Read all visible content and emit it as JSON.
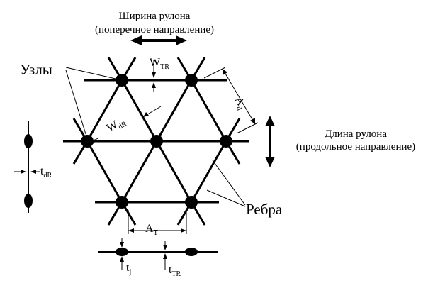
{
  "roll_width": {
    "line1": "Ширина рулона",
    "line2": "(поперечное направление)"
  },
  "roll_length": {
    "line1": "Длина рулона",
    "line2": "(продольное направление)"
  },
  "nodes_label": "Узлы",
  "ribs_label": "Ребра",
  "dims": {
    "w_tr": {
      "main": "W",
      "sub": "TR"
    },
    "a_d": {
      "main": "A",
      "sub": "d"
    },
    "w_dr": {
      "main": "W",
      "sub": "dR"
    },
    "t_dr": {
      "main": "t",
      "sub": "dR"
    },
    "a_t": {
      "main": "A",
      "sub": "T"
    },
    "t_j": {
      "main": "t",
      "sub": "j"
    },
    "t_tr": {
      "main": "t",
      "sub": "TR"
    }
  }
}
